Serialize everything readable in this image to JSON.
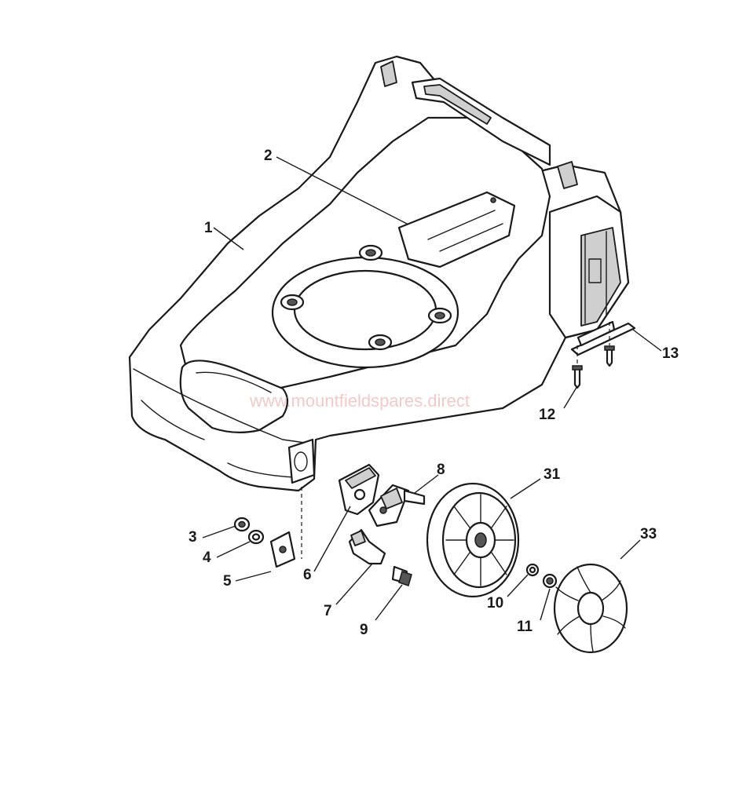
{
  "watermark": "www.mountfieldspares.direct",
  "callouts": {
    "c1": "1",
    "c2": "2",
    "c3": "3",
    "c4": "4",
    "c5": "5",
    "c6": "6",
    "c7": "7",
    "c8": "8",
    "c9": "9",
    "c10": "10",
    "c11": "11",
    "c12": "12",
    "c13": "13",
    "c31": "31",
    "c33": "33"
  }
}
